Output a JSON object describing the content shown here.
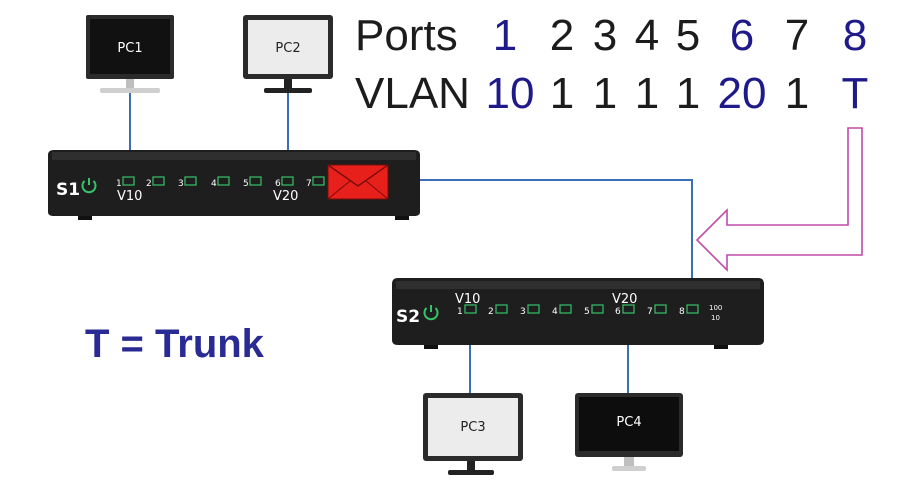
{
  "table": {
    "ports_label": "Ports",
    "vlan_label": "VLAN",
    "ports": [
      "1",
      "2",
      "3",
      "4",
      "5",
      "6",
      "7",
      "8"
    ],
    "vlans": [
      "10",
      "1",
      "1",
      "1",
      "1",
      "20",
      "1",
      "T"
    ],
    "highlight_color": "#1f1a8a",
    "normal_color": "#1c1c1c"
  },
  "legend": "T = Trunk",
  "switch1": {
    "name": "S1",
    "ports": [
      "1",
      "2",
      "3",
      "4",
      "5",
      "6",
      "7"
    ],
    "vlan_labels": [
      "V10",
      "V20"
    ]
  },
  "switch2": {
    "name": "S2",
    "ports": [
      "1",
      "2",
      "3",
      "4",
      "5",
      "6",
      "7",
      "8"
    ],
    "vlan_labels": [
      "V10",
      "V20"
    ],
    "speed_labels": [
      "100",
      "10"
    ]
  },
  "pcs": [
    "PC1",
    "PC2",
    "PC3",
    "PC4"
  ],
  "colors": {
    "link": "#3a6fb8",
    "port": "#35c26a",
    "trunk_arrow": "#c04aa8",
    "envelope": "#e8201c",
    "switch_body": "#1e1e1e"
  },
  "icons": [
    "power-icon",
    "envelope-icon",
    "trunk-arrow-icon"
  ]
}
